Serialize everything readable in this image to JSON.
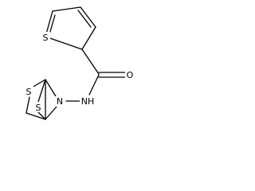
{
  "molecule": {
    "atom_labels": {
      "thiophene_sulfur": "S",
      "carbonyl_oxygen": "O",
      "amide_nitrogen": "NH",
      "bicyclic_nitrogen": "N",
      "bridge_sulfur_upper": "S",
      "bridge_sulfur_lower": "S"
    }
  }
}
